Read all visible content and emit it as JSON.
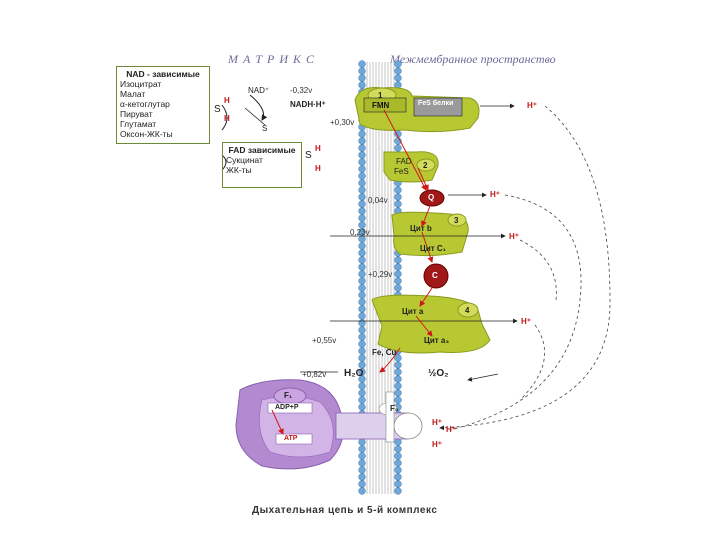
{
  "header": {
    "matrix": "М А Т Р И К С",
    "intermembrane": "Межмембранное пространство"
  },
  "nad_box": {
    "title": "NAD - зависимые",
    "items": [
      "Изоцитрат",
      "Малат",
      "α-кетоглутар",
      "Пируват",
      "Глутамат",
      "Оксон-ЖК-ты"
    ]
  },
  "fad_box": {
    "title": "FAD зависимые",
    "items": [
      "Сукцинат",
      "ЖК-ты"
    ]
  },
  "substrates": {
    "sh2_1": "S",
    "h_1a": "H",
    "h_1b": "H",
    "nad_plus": "NAD⁺",
    "s_1": "S",
    "nadh": "NADH·H⁺",
    "sh2_2": "S",
    "h_2a": "H",
    "h_2b": "H"
  },
  "potentials": {
    "p1": "-0,32v",
    "p2": "+0,30v",
    "p3": "0,04v",
    "p4": "0,23v",
    "p5": "+0,29v",
    "p6": "+0,55v",
    "p7": "+0,82v"
  },
  "complexes": {
    "c1_num": "1",
    "c1_fmn": "FMN",
    "c1_fes": "FeS белки",
    "c2_num": "2",
    "c2_fad": "FAD",
    "c2_fes": "FeS",
    "q": "Q",
    "c3_num": "3",
    "c3_b": "Цит b",
    "c3_c1": "Цит C₁",
    "c": "C",
    "c4_num": "4",
    "c4_a": "Цит a",
    "c4_a3": "Цит a₃",
    "c4_fe": "Fe, Cu",
    "c5_f1": "F₁",
    "c5_f0": "F₀",
    "adp": "ADP+P",
    "atp": "ATP"
  },
  "water": {
    "h2o": "H₂O",
    "o2": "½O₂"
  },
  "protons": [
    "H⁺",
    "H⁺",
    "H⁺",
    "H⁺",
    "H⁺",
    "H⁺",
    "H⁺"
  ],
  "caption": "Дыхательная цепь и 5-й комплекс",
  "colors": {
    "membrane_head": "#6fa7d8",
    "complex_green": "#b8c832",
    "q_red": "#a01818",
    "f1_purple": "#b38ad0",
    "arrow_red": "#d01818"
  }
}
